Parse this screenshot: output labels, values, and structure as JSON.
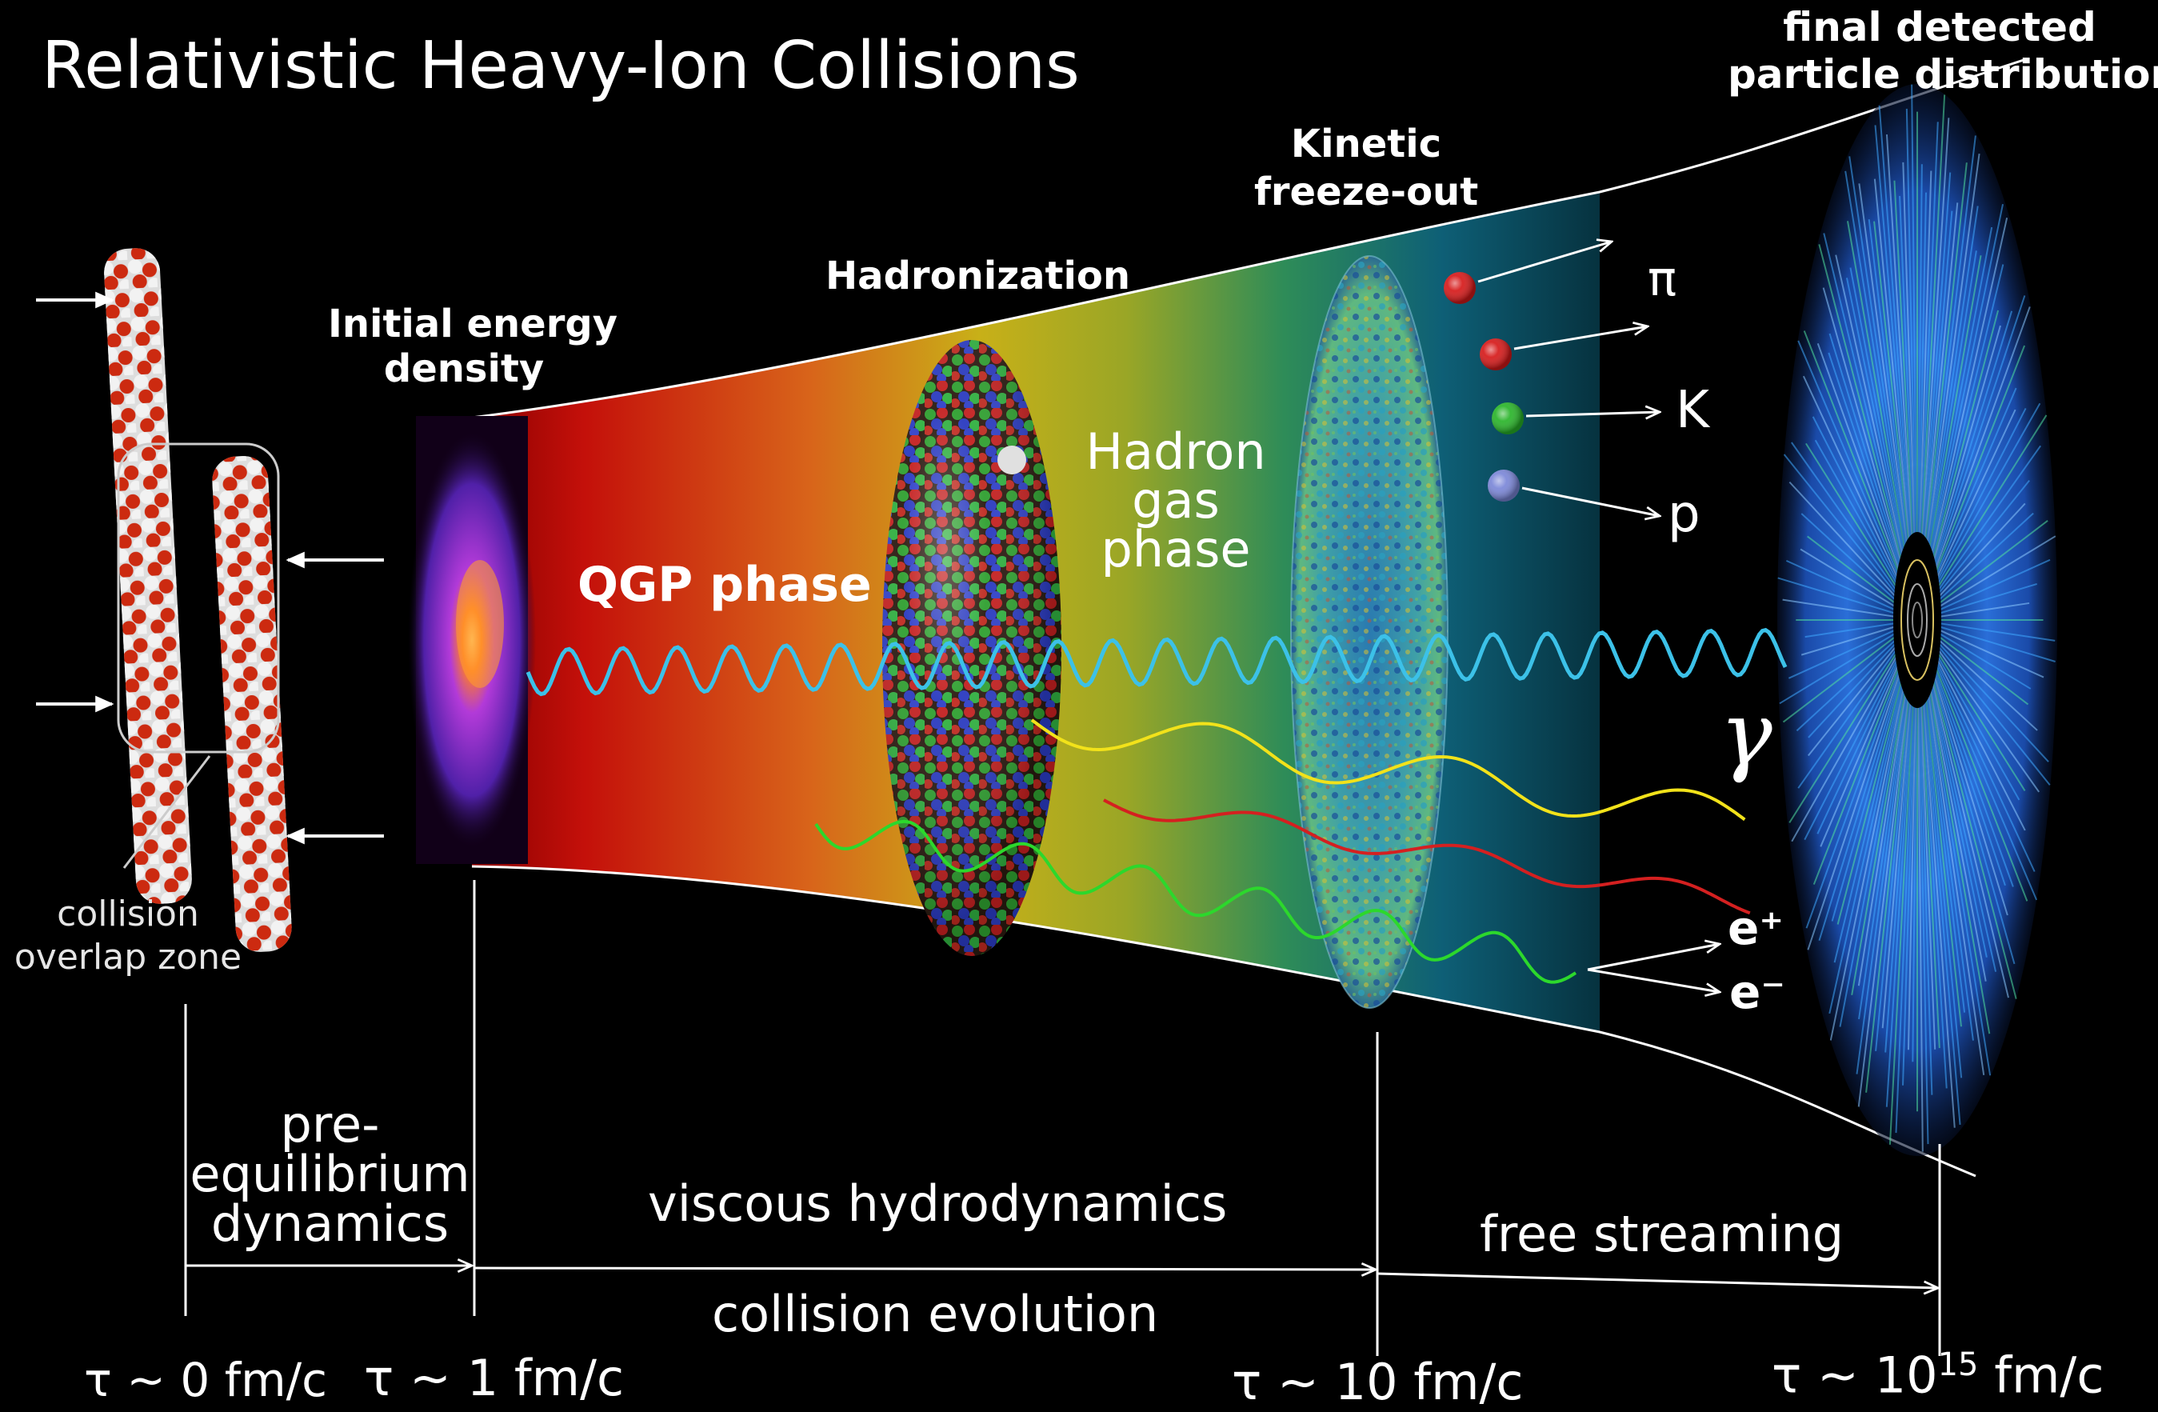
{
  "title": "Relativistic Heavy-Ion Collisions",
  "stages": {
    "initial_energy": [
      "Initial energy",
      "density"
    ],
    "hadronization": "Hadronization",
    "kinetic": [
      "Kinetic",
      "freeze-out"
    ],
    "final": [
      "final detected",
      "particle distributions"
    ]
  },
  "phases": {
    "qgp": "QGP phase",
    "hadron_gas": [
      "Hadron",
      "gas",
      "phase"
    ]
  },
  "overlap_zone": [
    "collision",
    "overlap zone"
  ],
  "particles": {
    "pi": "π",
    "k": "K",
    "p": "p",
    "gamma": "γ",
    "e_plus": "e⁺",
    "e_minus": "e⁻"
  },
  "timeline": {
    "pre_equilibrium": [
      "pre-",
      "equilibrium",
      "dynamics"
    ],
    "viscous": "viscous hydrodynamics",
    "free_streaming": "free streaming",
    "evolution": "collision evolution",
    "t0": "τ ~ 0 fm/c",
    "t1": "τ ~ 1 fm/c",
    "t10": "τ ~ 10 fm/c",
    "t_final_base": "τ ~ 10",
    "t_final_exp": "15",
    "t_final_unit": " fm/c"
  },
  "colors": {
    "photon": "#3cc1e8",
    "dilepton_yellow": "#f2e21a",
    "dilepton_red": "#d42020",
    "dilepton_green": "#2cd82c",
    "nucleon_red": "#cc2a10",
    "nucleon_white": "#f0f0f0",
    "pion": "#d61818",
    "kaon": "#28b428",
    "proton": "#7a86d8"
  }
}
